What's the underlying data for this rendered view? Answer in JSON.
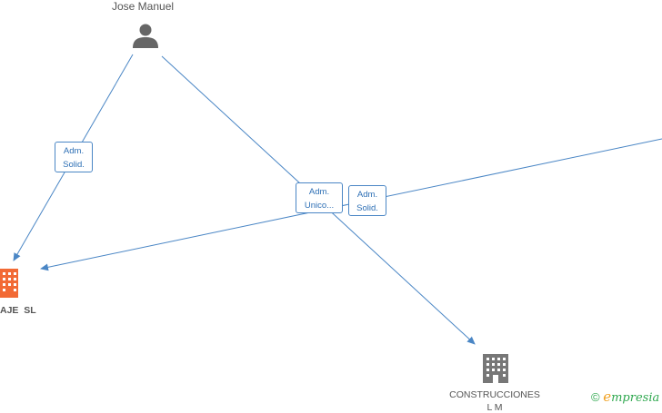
{
  "nodes": {
    "person": {
      "name": "Jose Manuel",
      "icon": "person-icon",
      "color": "#666666"
    },
    "company_left": {
      "name": "AJE  SL",
      "icon": "building-icon",
      "color": "#f26a35"
    },
    "company_bottom": {
      "name": "CONSTRUCCIONES",
      "name_line2": "L M",
      "icon": "building-icon",
      "color": "#777777"
    }
  },
  "edges": [
    {
      "id": "e1",
      "line1": "Adm.",
      "line2": "Solid."
    },
    {
      "id": "e2",
      "line1": "Adm.",
      "line2": "Unico..."
    },
    {
      "id": "e3",
      "line1": "Adm.",
      "line2": "Solid."
    }
  ],
  "colors": {
    "edge": "#4a86c5",
    "edge_text": "#2d6fb5"
  },
  "footer": {
    "copyright_symbol": "©",
    "brand_initial": "e",
    "brand_rest": "mpresia"
  }
}
